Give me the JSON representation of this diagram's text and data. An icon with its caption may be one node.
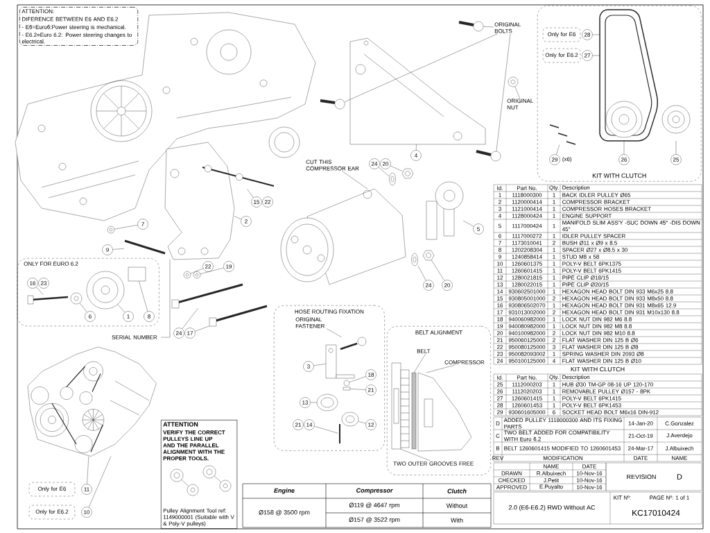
{
  "diagram": {
    "nodes": [
      {
        "text": [
          "ATTENTION:",
          "DIFERENCE BETWEEN E6 AND E6.2",
          "- E6=Euro6:Power steering is mechanical.",
          "- E6.2=Euro 6.2: Power steering changes to electrical."
        ]
      },
      {
        "text": [
          "KIT WITH CLUTCH"
        ]
      },
      {
        "text": [
          "Only for E6"
        ],
        "in": 1
      },
      {
        "text": [
          "28"
        ],
        "in": 1
      },
      {
        "text": [
          "Only for E6.2"
        ],
        "in": 1
      },
      {
        "text": [
          "27"
        ],
        "in": 1
      },
      {
        "text": [
          "26"
        ],
        "in": 1
      },
      {
        "text": [
          "25"
        ],
        "in": 1
      },
      {
        "text": [
          "29"
        ],
        "beside": [
          "(x6)"
        ],
        "in": 1
      },
      {
        "text": [
          "ORIGINAL BOLTS"
        ]
      },
      {
        "text": [
          "ORIGINAL NUT"
        ]
      },
      {
        "text": [
          "4"
        ]
      },
      {
        "text": [
          "CUT THIS COMPRESSOR EAR"
        ]
      },
      {
        "text": [
          "24"
        ]
      },
      {
        "text": [
          "20"
        ]
      },
      {
        "text": [
          "15"
        ]
      },
      {
        "text": [
          "22"
        ]
      },
      {
        "text": [
          "2"
        ]
      },
      {
        "text": [
          "7"
        ]
      },
      {
        "text": [
          "5"
        ]
      },
      {
        "text": [
          "9"
        ]
      },
      {
        "text": [
          "22"
        ]
      },
      {
        "text": [
          "19"
        ]
      },
      {
        "text": [
          "24"
        ]
      },
      {
        "text": [
          "20"
        ]
      },
      {
        "text": [
          "ONLY FOR EURO 6.2"
        ]
      },
      {
        "text": [
          "16"
        ],
        "in": 25
      },
      {
        "text": [
          "23"
        ],
        "in": 25
      },
      {
        "text": [
          "6"
        ],
        "in": 25
      },
      {
        "text": [
          "1"
        ],
        "in": 25
      },
      {
        "text": [
          "8"
        ],
        "in": 25
      },
      {
        "text": [
          "SERIAL NUMBER"
        ]
      },
      {
        "text": [
          "24"
        ]
      },
      {
        "text": [
          "17"
        ]
      },
      {
        "text": [
          "HOSE ROUTING FIXATION"
        ]
      },
      {
        "text": [
          "ORIGINAL FASTENER"
        ],
        "in": 34
      },
      {
        "text": [
          "18"
        ],
        "in": 34
      },
      {
        "text": [
          "3"
        ],
        "in": 34
      },
      {
        "text": [
          "21"
        ],
        "in": 34
      },
      {
        "text": [
          "13"
        ],
        "in": 34
      },
      {
        "text": [
          "21"
        ],
        "in": 34
      },
      {
        "text": [
          "14"
        ],
        "in": 34
      },
      {
        "text": [
          "12"
        ],
        "in": 34
      },
      {
        "text": [
          "BELT ALIGNMENT"
        ]
      },
      {
        "text": [
          "BELT"
        ],
        "in": 43
      },
      {
        "text": [
          "COMPRESSOR"
        ],
        "in": 43
      },
      {
        "text": [
          "TWO OUTER GROOVES FREE"
        ],
        "in": 43
      },
      {
        "text": [
          "ATTENTION",
          "VERIFY THE CORRECT PULLEYS LINE UP AND THE PARALLEL ALIGNMENT WITH THE PROPER TOOLS.",
          "Pulley Alignment Tool ref: 1149000001 (Suitable with V & Poly-V pulleys)"
        ]
      },
      {
        "text": [
          "Only for E6"
        ]
      },
      {
        "text": [
          "11"
        ]
      },
      {
        "text": [
          "Only for E6.2"
        ]
      },
      {
        "text": [
          "10"
        ]
      },
      {
        "text": [],
        "shape": "picture",
        "in": 1
      },
      {
        "text": [],
        "shape": "picture",
        "in": 1
      },
      {
        "text": [],
        "shape": "picture"
      },
      {
        "text": [],
        "shape": "picture"
      },
      {
        "text": [],
        "shape": "picture"
      },
      {
        "text": [],
        "shape": "picture"
      },
      {
        "text": [],
        "shape": "picture"
      },
      {
        "text": [],
        "shape": "picture"
      },
      {
        "text": [],
        "shape": "picture"
      },
      {
        "text": [],
        "shape": "picture"
      },
      {
        "text": [],
        "shape": "picture"
      },
      {
        "text": [],
        "shape": "picture"
      },
      {
        "text": [],
        "shape": "picture"
      },
      {
        "text": [],
        "shape": "picture"
      },
      {
        "text": [],
        "shape": "picture"
      },
      {
        "text": [],
        "shape": "picture"
      },
      {
        "text": [],
        "shape": "picture"
      },
      {
        "text": [],
        "shape": "picture"
      },
      {
        "text": [],
        "shape": "picture"
      },
      {
        "text": [],
        "shape": "picture",
        "in": 25
      },
      {
        "text": [],
        "shape": "picture",
        "in": 25
      },
      {
        "text": [],
        "shape": "picture",
        "in": 25
      },
      {
        "text": [],
        "shape": "box",
        "in": 25
      },
      {
        "text": [],
        "shape": "picture"
      },
      {
        "text": [],
        "shape": "picture"
      },
      {
        "text": [],
        "shape": "picture",
        "in": 34
      },
      {
        "text": [],
        "shape": "circle",
        "in": 34
      },
      {
        "text": [],
        "shape": "picture",
        "in": 34
      },
      {
        "text": [],
        "shape": "box",
        "in": 34
      },
      {
        "text": [],
        "shape": "picture",
        "in": 34
      },
      {
        "text": [],
        "shape": "picture",
        "in": 34
      },
      {
        "text": [],
        "shape": "picture",
        "in": 34
      },
      {
        "text": [],
        "shape": "picture",
        "in": 43
      },
      {
        "text": [],
        "shape": "bar",
        "in": 43
      },
      {
        "text": [],
        "shape": "picture",
        "in": 43
      },
      {
        "text": [],
        "shape": "picture"
      }
    ],
    "edges": [
      {
        "from": 3,
        "to": 52,
        "arrow": "none"
      },
      {
        "from": 5,
        "to": 52,
        "arrow": "none"
      },
      {
        "from": 6,
        "to": 52,
        "arrow": "none"
      },
      {
        "from": 7,
        "to": 52,
        "arrow": "none"
      },
      {
        "from": 8,
        "to": 53,
        "arrow": "none"
      },
      {
        "from": 9,
        "to": 54,
        "arrow": "none"
      },
      {
        "from": 9,
        "to": 55,
        "arrow": "none"
      },
      {
        "from": 9,
        "to": 56,
        "arrow": "none"
      },
      {
        "from": 10,
        "to": 57,
        "arrow": "none"
      },
      {
        "from": 11,
        "to": 58,
        "arrow": "none"
      },
      {
        "from": 12,
        "to": 59,
        "arrow": "none"
      },
      {
        "from": 13,
        "to": 61,
        "arrow": "none"
      },
      {
        "from": 14,
        "to": 62,
        "arrow": "none"
      },
      {
        "from": 15,
        "to": 66,
        "arrow": "none"
      },
      {
        "from": 17,
        "to": 65,
        "arrow": "none"
      },
      {
        "from": 18,
        "to": 70,
        "arrow": "none"
      },
      {
        "from": 19,
        "to": 60,
        "arrow": "none"
      },
      {
        "from": 20,
        "to": 69,
        "arrow": "none"
      },
      {
        "from": 21,
        "to": 67,
        "arrow": "none"
      },
      {
        "from": 22,
        "to": 68,
        "arrow": "none"
      },
      {
        "from": 23,
        "to": 63,
        "arrow": "none"
      },
      {
        "from": 24,
        "to": 64,
        "arrow": "none"
      },
      {
        "from": 26,
        "to": 71,
        "arrow": "none"
      },
      {
        "from": 28,
        "to": 72,
        "arrow": "none"
      },
      {
        "from": 29,
        "to": 73,
        "arrow": "none"
      },
      {
        "from": 30,
        "to": 74,
        "arrow": "none"
      },
      {
        "from": 31,
        "to": 65,
        "arrow": "none"
      },
      {
        "from": 32,
        "to": 75,
        "arrow": "none"
      },
      {
        "from": 33,
        "to": 76,
        "arrow": "none"
      },
      {
        "from": 35,
        "to": 77,
        "arrow": "none"
      },
      {
        "from": 36,
        "to": 78,
        "arrow": "none"
      },
      {
        "from": 37,
        "to": 79,
        "arrow": "none"
      },
      {
        "from": 38,
        "to": 80,
        "arrow": "none"
      },
      {
        "from": 39,
        "to": 81,
        "arrow": "none"
      },
      {
        "from": 41,
        "to": 83,
        "arrow": "none"
      },
      {
        "from": 42,
        "to": 82,
        "arrow": "none"
      },
      {
        "from": 44,
        "to": 85,
        "arrow": "none"
      },
      {
        "from": 45,
        "to": 86,
        "arrow": "none"
      },
      {
        "from": 46,
        "to": 84,
        "arrow": "none"
      },
      {
        "from": 49,
        "to": 87,
        "arrow": "none"
      },
      {
        "from": 51,
        "to": 87,
        "arrow": "none"
      }
    ],
    "labels": [
      "Id.",
      "Part No.",
      "Qty.",
      "Description",
      "1",
      "1118000300",
      "1",
      "BACK IDLER PULLEY Ø65",
      "2",
      "1120000414",
      "1",
      "COMPRESSOR BRACKET",
      "3",
      "1121000414",
      "1",
      "COMPRESSOR HOSES BRACKET",
      "4",
      "1128000424",
      "1",
      "ENGINE SUPPORT",
      "5",
      "1117000424",
      "1",
      "MANIFOLD SLIM ASS'Y -SUC DOWN 45° -DIS DOWN 45°",
      "6",
      "1117000272",
      "1",
      "IDLER PULLEY SPACER",
      "7",
      "1173010041",
      "2",
      "BUSH Ø11 x Ø9 x 8.5",
      "8",
      "1202208304",
      "1",
      "SPACER Ø27 x Ø8.5 x 30",
      "9",
      "1240858414",
      "1",
      "STUD M8 x 58",
      "10",
      "1260601375",
      "1",
      "POLY-V BELT 6PK1375",
      "11",
      "1260601415",
      "1",
      "POLY-V BELT 6PK1415",
      "12",
      "1280021815",
      "1",
      "PIPE CLIP Ø18/15",
      "13",
      "1280022015",
      "1",
      "PIPE CLIP Ø20/15",
      "14",
      "930602501000",
      "1",
      "HEXAGON HEAD BOLT DIN 933 M6x25 8.8",
      "15",
      "930805001000",
      "2",
      "HEXAGON HEAD BOLT DIN 933 M8x50 8.8",
      "16",
      "930806502070",
      "1",
      "HEXAGON HEAD BOLT DIN 931 M8x65 12.9",
      "17",
      "931013002000",
      "2",
      "HEXAGON HEAD BOLT DIN 931 M10x130 8.8",
      "18",
      "940060982000",
      "1",
      "LOCK NUT DIN 982 M6 8.8",
      "19",
      "940080982000",
      "1",
      "LOCK NUT DIN 982 M8 8.8",
      "20",
      "940100982000",
      "2",
      "LOCK NUT DIN 982 M10 8.8",
      "21",
      "950060125000",
      "2",
      "FLAT WASHER DIN 125 B Ø6",
      "22",
      "950080125000",
      "3",
      "FLAT WASHER DIN 125 B Ø8",
      "23",
      "950082093002",
      "1",
      "SPRING WASHER DIN 2093 Ø8",
      "24",
      "950100125000",
      "4",
      "FLAT WASHER DIN 125 B Ø10",
      "KIT WITH CLUTCH",
      "Id.",
      "Part No.",
      "Qty.",
      "Description",
      "25",
      "1112000203",
      "1",
      "HUB Ø30 TM-GP 08-16 UP 120-170",
      "26",
      "1112020203",
      "1",
      "REMOVABLE PULLEY Ø157 - 8PK",
      "27",
      "1260601415",
      "1",
      "POLY-V BELT 6PK1415",
      "28",
      "1260601453",
      "1",
      "POLY-V BELT 6PK1453",
      "29",
      "930601605000",
      "6",
      "SOCKET HEAD BOLT M6x16 DIN-912",
      "D",
      "ADDED PULLEY 1118000300 AND ITS FIXING PARTS",
      "14-Jan-20",
      "C.Gonzalez",
      "C",
      "TWO BELT ADDED FOR COMPATIBILITY WITH Euro 6.2",
      "21-Oct-19",
      "J.Averdejo",
      "B",
      "BELT 1260601415 MODIFIED TO 1260601453",
      "24-Mar-17",
      "J.Albuixech",
      "REV",
      "MODIFICATION",
      "DATE",
      "NAME",
      "NAME",
      "DATE",
      "DRAWN",
      "R.Albuixech",
      "10-Nov-16",
      "CHECKED",
      "J.Petit",
      "10-Nov-16",
      "APPROVED",
      "E.Puyalto",
      "10-Nov-16",
      "REVISION",
      "D",
      "2.0 (E6-E6.2) RWD Without AC",
      "KIT Nº:",
      "PAGE Nº: 1 of 1",
      "KC17010424",
      "Engine",
      "Compressor",
      "Clutch",
      "Ø158 @ 3500 rpm",
      "Ø119 @ 4647 rpm",
      "Without",
      "Ø157 @ 3522 rpm",
      "With"
    ]
  }
}
